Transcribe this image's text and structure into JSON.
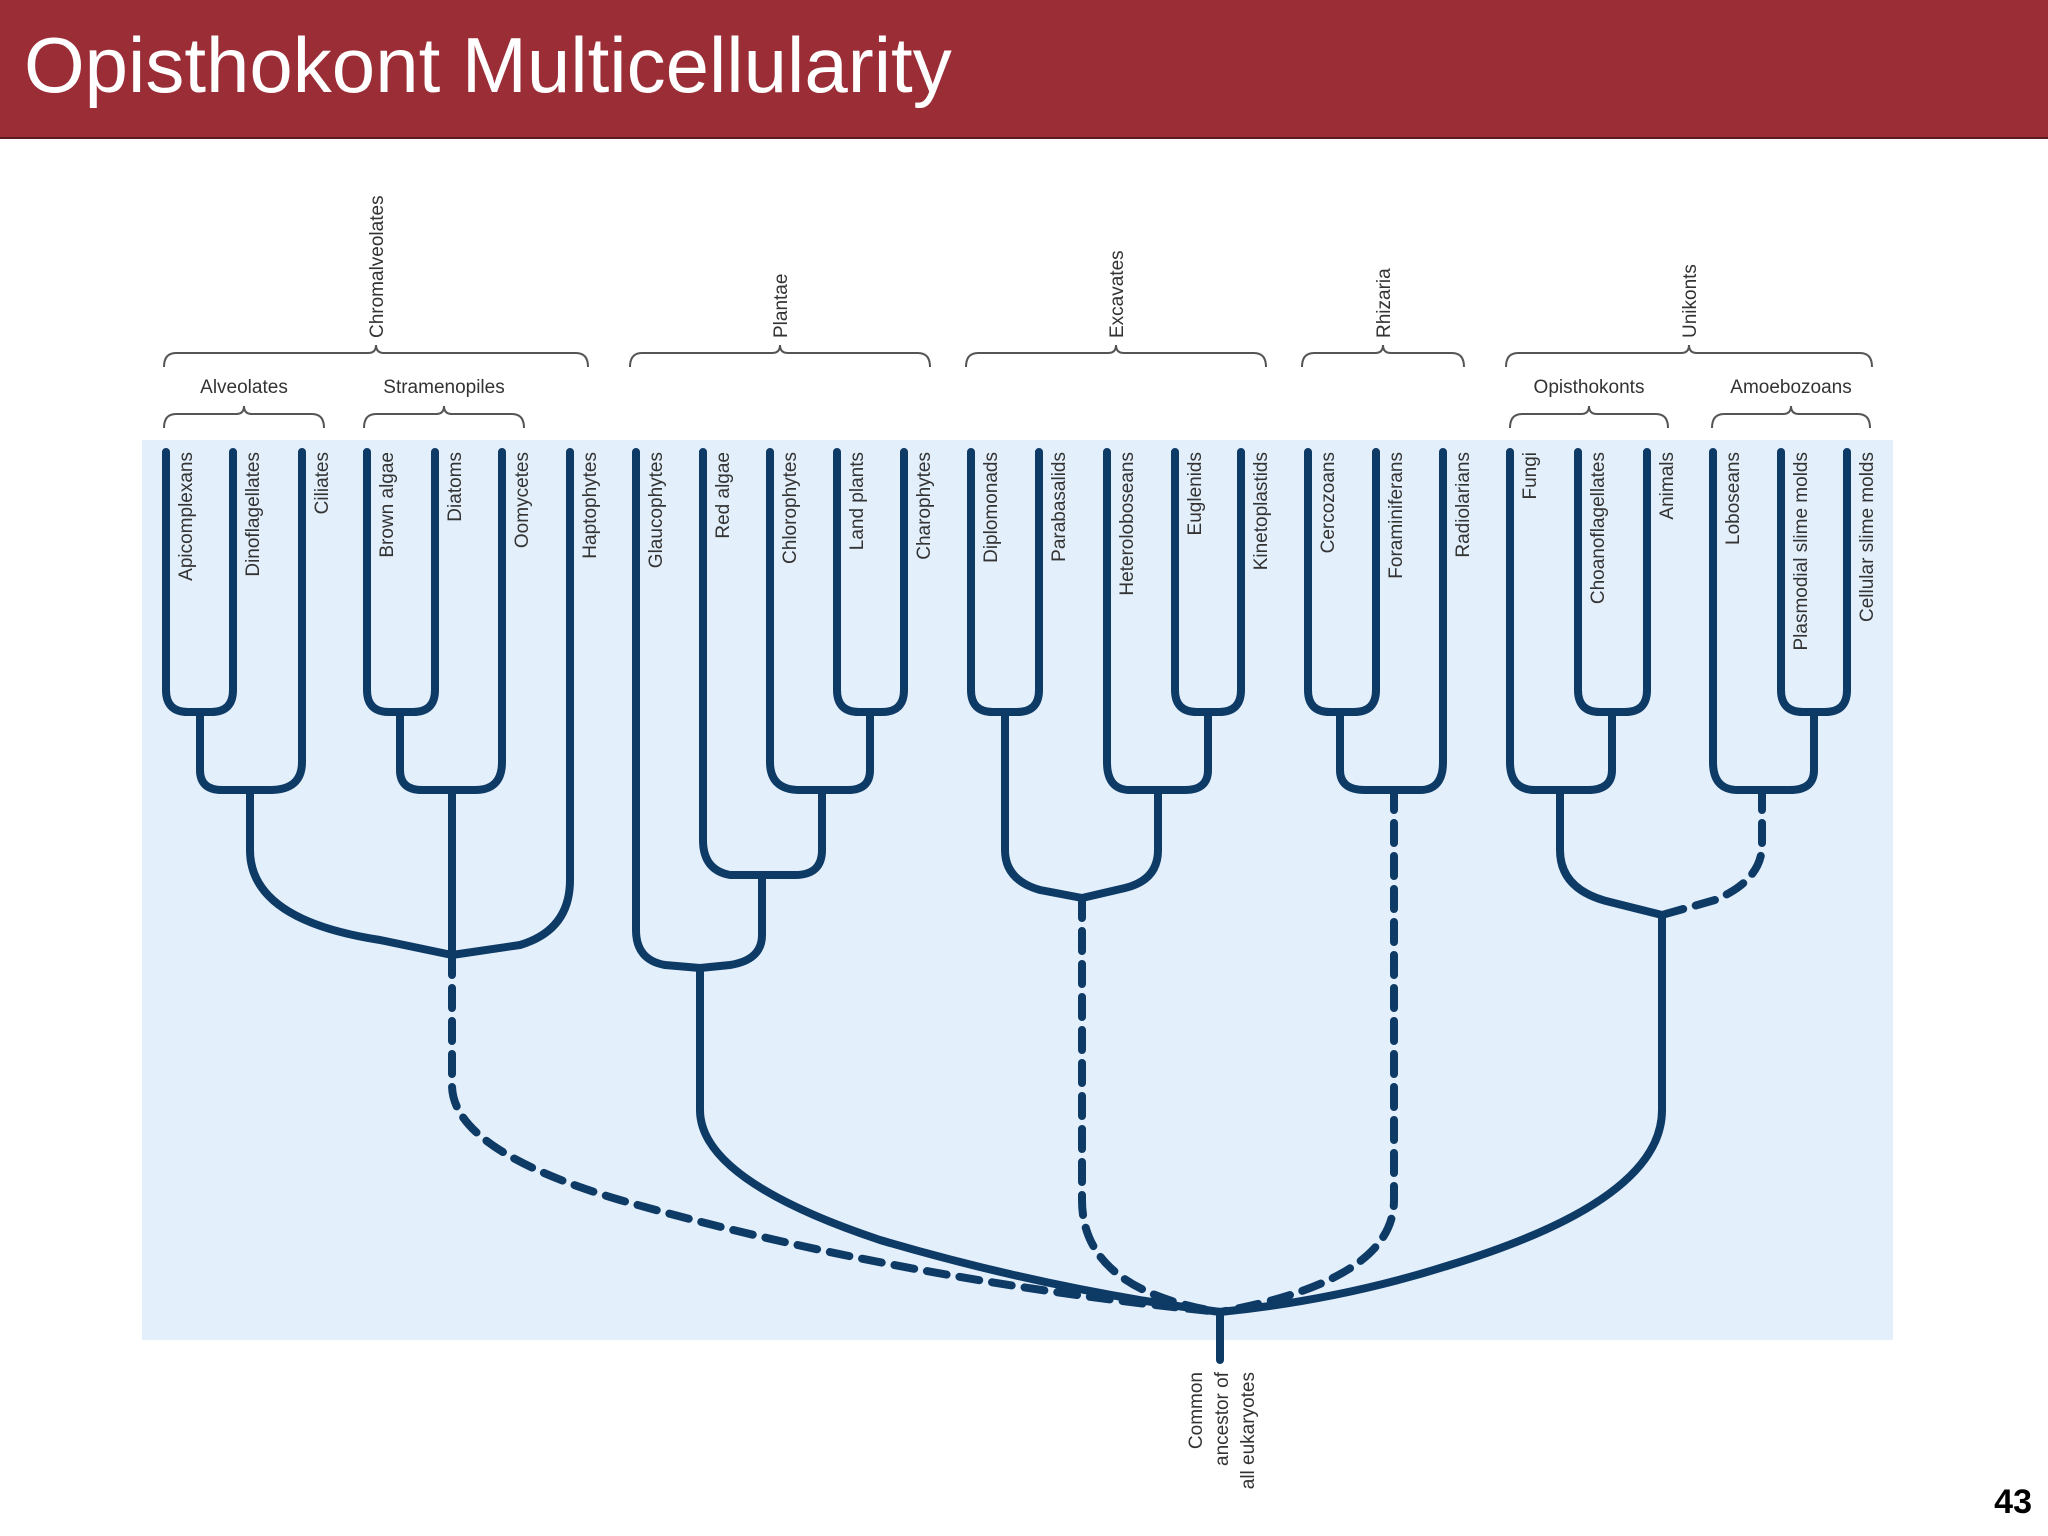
{
  "slide": {
    "title": "Opisthokont Multicellularity",
    "page_number": "43"
  },
  "supergroups": [
    {
      "id": "chromalveolates",
      "label": "Chromalveolates"
    },
    {
      "id": "plantae",
      "label": "Plantae"
    },
    {
      "id": "excavates",
      "label": "Excavates"
    },
    {
      "id": "rhizaria",
      "label": "Rhizaria"
    },
    {
      "id": "unikonts",
      "label": "Unikonts"
    }
  ],
  "subgroups": [
    {
      "id": "alveolates",
      "label": "Alveolates"
    },
    {
      "id": "stramenopiles",
      "label": "Stramenopiles"
    },
    {
      "id": "opisthokonts",
      "label": "Opisthokonts"
    },
    {
      "id": "amoebozoans",
      "label": "Amoebozoans"
    }
  ],
  "taxa": [
    "Apicomplexans",
    "Dinoflagellates",
    "Ciliates",
    "Brown algae",
    "Diatoms",
    "Oomycetes",
    "Haptophytes",
    "Glaucophytes",
    "Red algae",
    "Chlorophytes",
    "Land plants",
    "Charophytes",
    "Diplomonads",
    "Parabasalids",
    "Heteroloboseans",
    "Euglenids",
    "Kinetoplastids",
    "Cercozoans",
    "Foraminiferans",
    "Radiolarians",
    "Fungi",
    "Choanoflagellates",
    "Animals",
    "Loboseans",
    "Plasmodial slime molds",
    "Cellular slime molds"
  ],
  "root": {
    "lines": [
      "Common",
      "ancestor of",
      "all eukaryotes"
    ]
  },
  "colors": {
    "branch": "#0e3a66",
    "panel": "#e3effa",
    "title_bar": "#9b2d37",
    "bracket": "#555555"
  }
}
